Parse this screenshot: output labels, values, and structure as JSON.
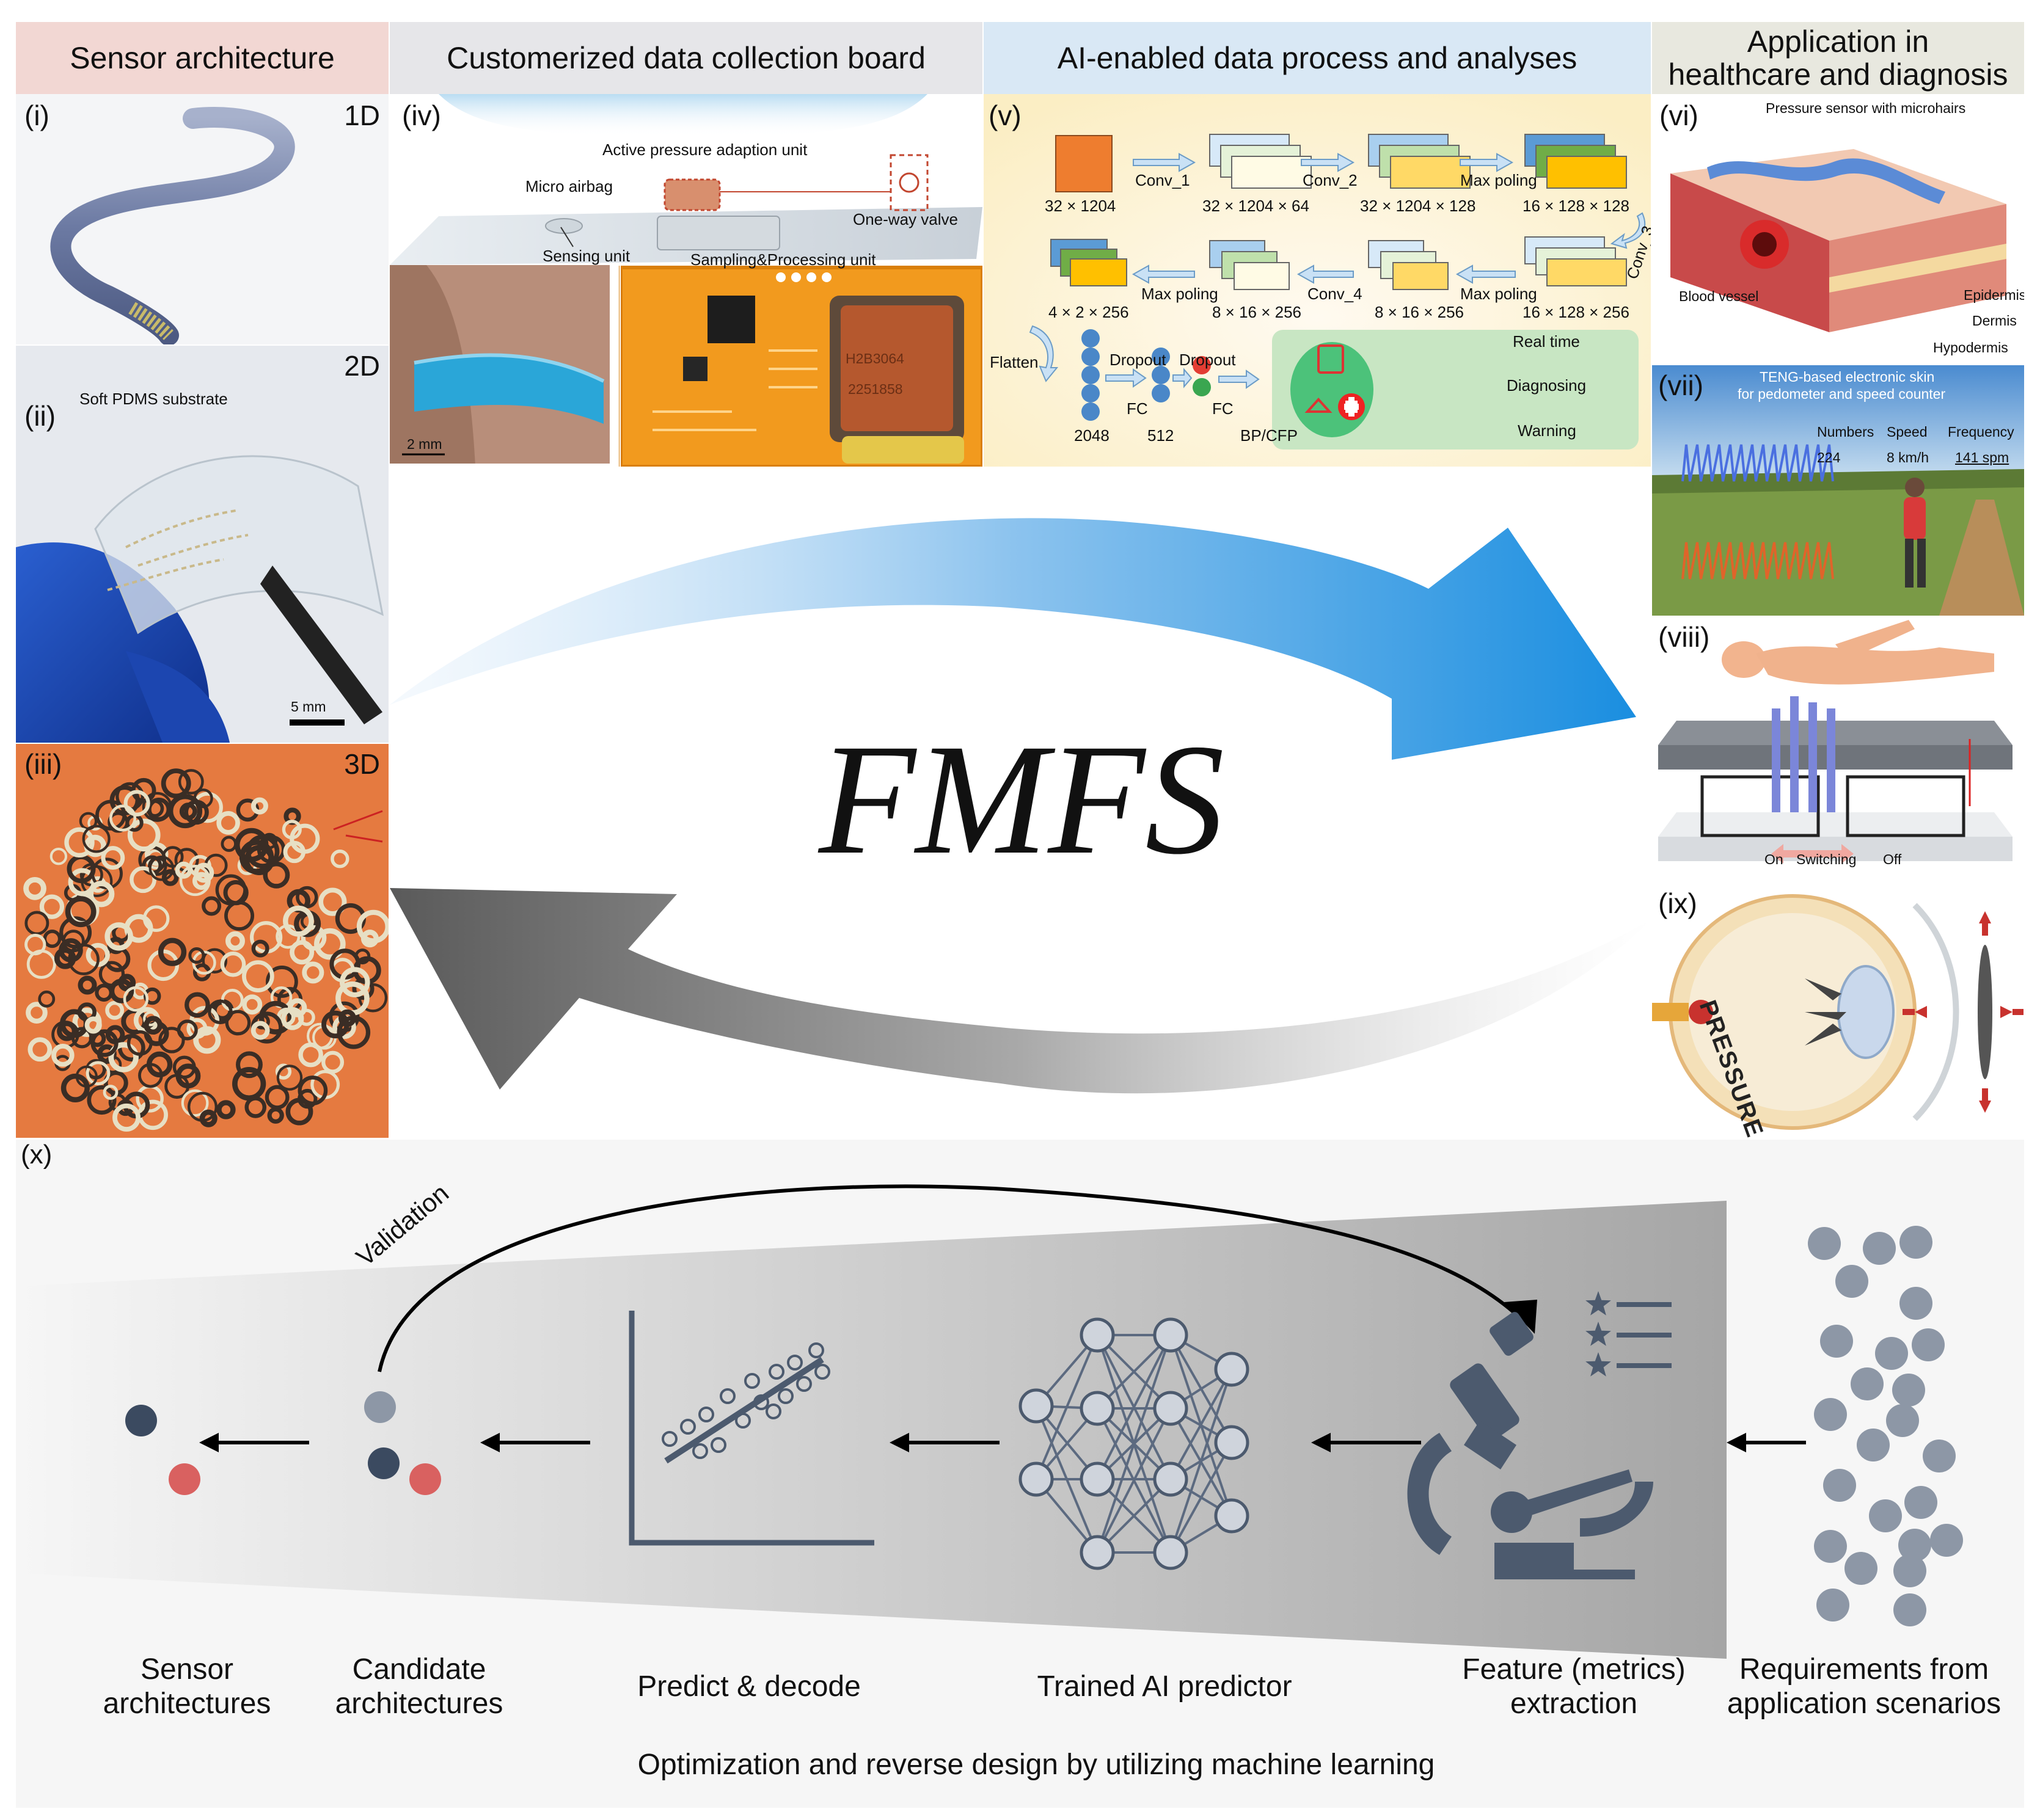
{
  "headers": {
    "sensor_architecture": "Sensor architecture",
    "data_collection_board": "Customerized data collection board",
    "ai_process": "AI-enabled data process and analyses",
    "application_line1": "Application in",
    "application_line2": "healthcare and diagnosis"
  },
  "colors": {
    "header_pink": "#f2d7d3",
    "header_gray": "#e6e6e9",
    "header_blue": "#d9e8f5",
    "header_khaki": "#e8e8df",
    "arrow_blue": "#1f90e0",
    "arrow_gray": "#5e5e5e",
    "node_slate": "#4c5a6e",
    "node_gray": "#8d97a6",
    "dot_red": "#d96160",
    "dot_navy": "#3b4a60"
  },
  "panel_i": {
    "label": "(i)",
    "dim": "1D"
  },
  "panel_ii": {
    "label": "(ii)",
    "dim": "2D",
    "substrate": "Soft PDMS substrate",
    "scale": "5 mm"
  },
  "panel_iii": {
    "label": "(iii)",
    "dim": "3D"
  },
  "panel_iv": {
    "label": "(iv)",
    "active_unit": "Active pressure adaption unit",
    "micro_airbag": "Micro airbag",
    "valve": "One-way valve",
    "sensing": "Sensing unit",
    "sampling": "Sampling&Processing unit",
    "scale": "2 mm",
    "chip_text1": "H2B3064",
    "chip_text2": "2251858"
  },
  "panel_v": {
    "label": "(v)",
    "conv1": "Conv_1",
    "conv2": "Conv_2",
    "conv3": "Conv_3",
    "conv4": "Conv_4",
    "maxpool": "Max poling",
    "dim_a": "32 × 1204",
    "dim_b": "32 × 1204 × 64",
    "dim_c": "32 × 1204 × 128",
    "dim_d": "16 × 128 × 128",
    "dim_e": "4 × 2 × 256",
    "dim_f": "8 × 16 × 256",
    "dim_g": "8 × 16 × 256",
    "dim_h": "16 × 128 × 256",
    "flatten": "Flatten",
    "dropout": "Dropout",
    "fc": "FC",
    "n2048": "2048",
    "n512": "512",
    "bpcfp": "BP/CFP",
    "realtime": "Real time",
    "diagnosing": "Diagnosing",
    "warning": "Warning"
  },
  "panel_vi": {
    "label": "(vi)",
    "sensor": "Pressure sensor with microhairs",
    "vessel": "Blood vessel",
    "epidermis": "Epidermis",
    "dermis": "Dermis",
    "hypodermis": "Hypodermis"
  },
  "panel_vii": {
    "label": "(vii)",
    "title1": "TENG-based electronic skin",
    "title2": "for pedometer and speed counter",
    "numbers_h": "Numbers",
    "speed_h": "Speed",
    "freq_h": "Frequency",
    "numbers_v": "224",
    "speed_v": "8 km/h",
    "freq_v": "141 spm"
  },
  "panel_viii": {
    "label": "(viii)",
    "on": "On",
    "switching": "Switching",
    "off": "Off"
  },
  "panel_ix": {
    "label": "(ix)",
    "pressure": "PRESSURE"
  },
  "center_title": "FMFS",
  "panel_x": {
    "label": "(x)",
    "validation": "Validation",
    "sensor_arch_1": "Sensor",
    "sensor_arch_2": "architectures",
    "candidate_1": "Candidate",
    "candidate_2": "architectures",
    "predict": "Predict & decode",
    "trained": "Trained AI predictor",
    "feature_1": "Feature (metrics)",
    "feature_2": "extraction",
    "req_1": "Requirements from",
    "req_2": "application scenarios",
    "caption": "Optimization and reverse design by utilizing machine learning"
  }
}
